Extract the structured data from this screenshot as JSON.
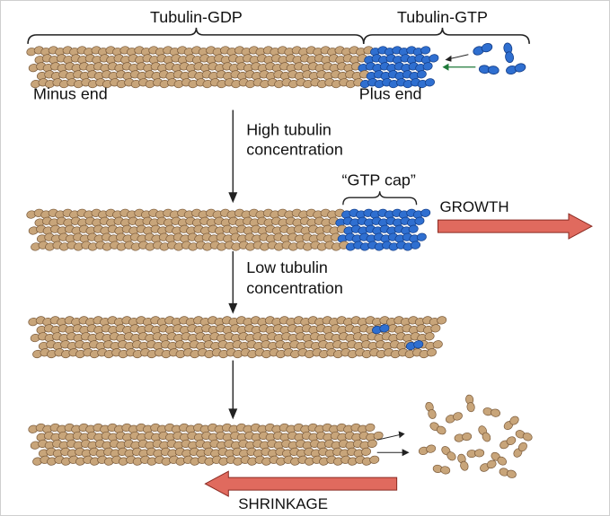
{
  "labels": {
    "tubulin_gdp": "Tubulin-GDP",
    "tubulin_gtp": "Tubulin-GTP",
    "minus_end": "Minus end",
    "plus_end": "Plus end",
    "step1_line1": "High tubulin",
    "step1_line2": "concentration",
    "gtp_cap": "“GTP cap”",
    "growth": "GROWTH",
    "step2_line1": "Low tubulin",
    "step2_line2": "concentration",
    "shrinkage": "SHRINKAGE"
  },
  "colors": {
    "gdp_subunit": "#c8a57a",
    "gdp_outline": "#7a5a3a",
    "gtp_subunit": "#2f6fd0",
    "gtp_outline": "#123c86",
    "arrow_fill": "#e06a5e",
    "arrow_outline": "#8a2a22",
    "line": "#222222",
    "green_arrow": "#1f7a3a"
  },
  "icons": {
    "free_gtp_dimer": "blue-dimer-icon",
    "free_gdp_dimer": "tan-dimer-icon"
  }
}
